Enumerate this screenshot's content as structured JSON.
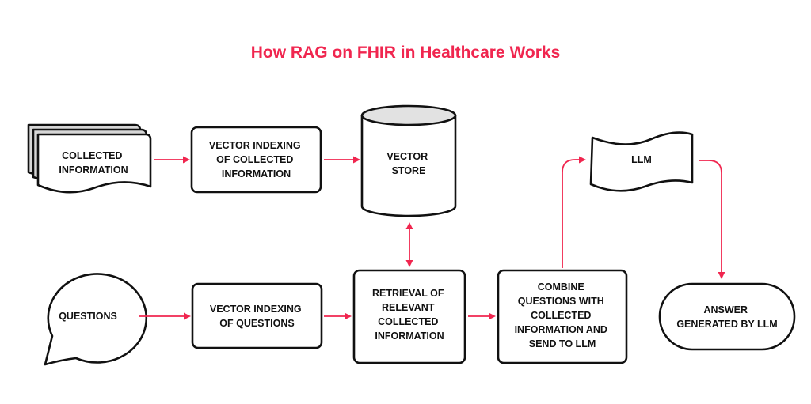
{
  "title": "How RAG on FHIR in Healthcare Works",
  "colors": {
    "accent": "#f0264f",
    "stroke": "#111111",
    "stack_fill": "#d6d6d6",
    "cylinder_top_fill": "#e2e2e2"
  },
  "nodes": {
    "collected_information": {
      "lines": [
        "COLLECTED",
        "INFORMATION"
      ],
      "shape": "stacked-documents"
    },
    "vector_indexing_collected": {
      "lines": [
        "VECTOR INDEXING",
        "OF COLLECTED",
        "INFORMATION"
      ],
      "shape": "rounded-rectangle"
    },
    "vector_store": {
      "lines": [
        "VECTOR",
        "STORE"
      ],
      "shape": "cylinder"
    },
    "llm": {
      "lines": [
        "LLM"
      ],
      "shape": "wavy-banner"
    },
    "questions": {
      "lines": [
        "QUESTIONS"
      ],
      "shape": "speech-bubble"
    },
    "vector_indexing_questions": {
      "lines": [
        "VECTOR INDEXING",
        "OF QUESTIONS"
      ],
      "shape": "rounded-rectangle"
    },
    "retrieval": {
      "lines": [
        "RETRIEVAL OF",
        "RELEVANT",
        "COLLECTED",
        "INFORMATION"
      ],
      "shape": "rounded-rectangle"
    },
    "combine": {
      "lines": [
        "COMBINE",
        "QUESTIONS WITH",
        "COLLECTED",
        "INFORMATION AND",
        "SEND TO LLM"
      ],
      "shape": "rounded-rectangle"
    },
    "answer": {
      "lines": [
        "ANSWER",
        "GENERATED BY LLM"
      ],
      "shape": "terminal-pill"
    }
  },
  "edges": [
    {
      "from": "collected_information",
      "to": "vector_indexing_collected",
      "direction": "forward"
    },
    {
      "from": "vector_indexing_collected",
      "to": "vector_store",
      "direction": "forward"
    },
    {
      "from": "vector_store",
      "to": "retrieval",
      "direction": "bidirectional"
    },
    {
      "from": "questions",
      "to": "vector_indexing_questions",
      "direction": "forward"
    },
    {
      "from": "vector_indexing_questions",
      "to": "retrieval",
      "direction": "forward"
    },
    {
      "from": "retrieval",
      "to": "combine",
      "direction": "forward"
    },
    {
      "from": "combine",
      "to": "llm",
      "direction": "forward"
    },
    {
      "from": "llm",
      "to": "answer",
      "direction": "forward"
    }
  ]
}
